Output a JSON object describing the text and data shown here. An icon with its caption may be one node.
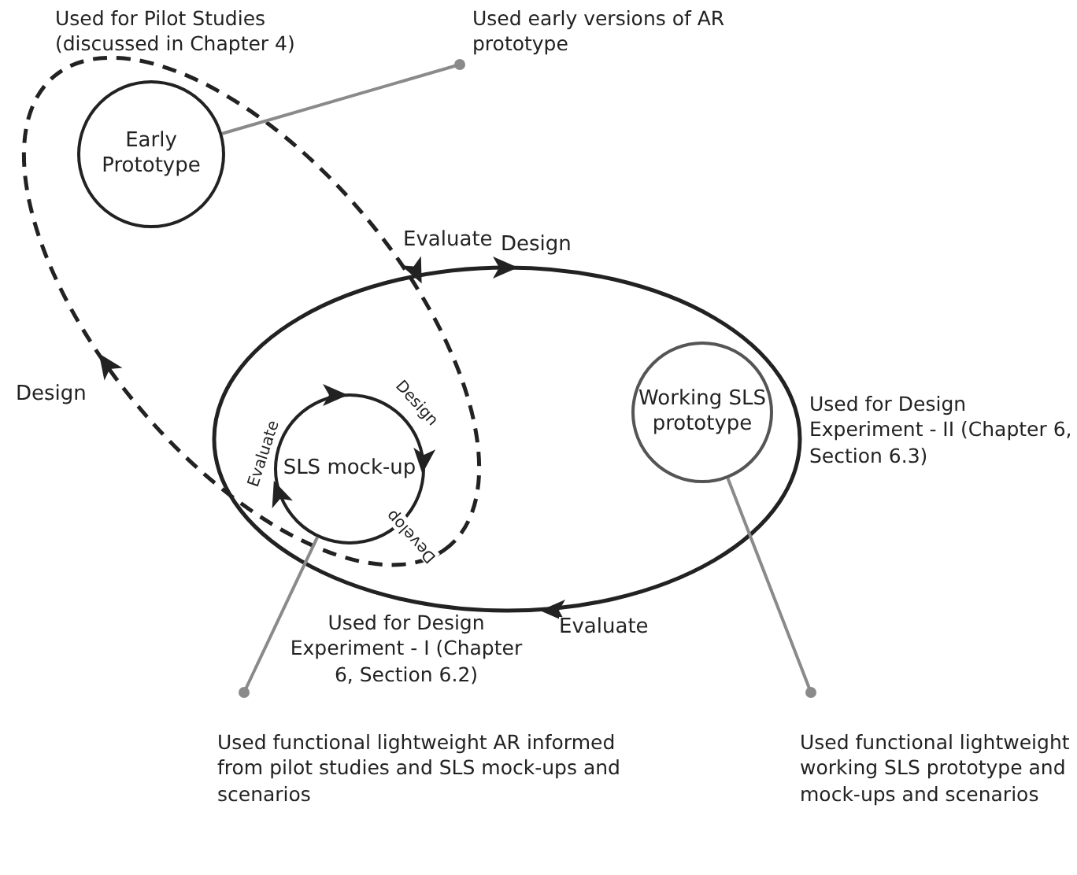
{
  "diagram": {
    "nodes": [
      {
        "text": [
          "Early Prototype"
        ],
        "beside": [
          "Used for Pilot Studies (discussed in Chapter 4)"
        ]
      },
      {
        "text": [
          "SLS mock-up"
        ],
        "beside": [
          "Used for Design Experiment - I (Chapter 6, Section 6.2)"
        ]
      },
      {
        "text": [
          "Working SLS prototype"
        ],
        "beside": [
          "Used for Design Experiment - II (Chapter 6, Section 6.3)"
        ]
      },
      {
        "text": [
          "Used early versions of AR prototype"
        ]
      },
      {
        "text": [
          "Used functional lightweight AR informed from pilot studies and SLS mock-ups and scenarios"
        ]
      },
      {
        "text": [
          "Used functional lightweight working SLS prototype and mock-ups and scenarios"
        ]
      }
    ],
    "edges": [
      {
        "from": 3,
        "to": 0,
        "arrow": "other",
        "color": "#8a8a8a"
      },
      {
        "from": 4,
        "to": 1,
        "arrow": "other",
        "color": "#8a8a8a"
      },
      {
        "from": 5,
        "to": 2,
        "arrow": "other",
        "color": "#8a8a8a"
      }
    ],
    "labels": [
      "Evaluate",
      "Design",
      "Design",
      "Evaluate",
      "Design",
      "Develop",
      "Evaluate"
    ]
  }
}
